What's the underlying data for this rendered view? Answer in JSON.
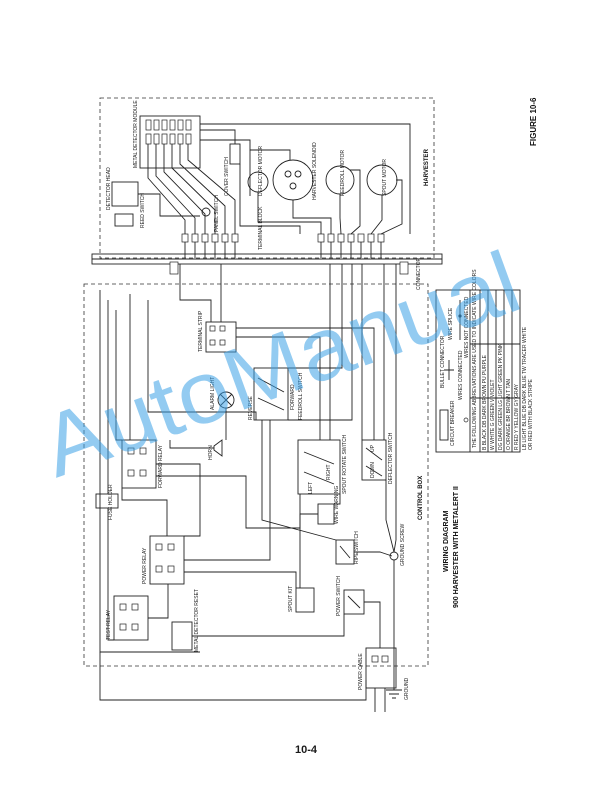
{
  "figure_label": "FIGURE 10-6",
  "diagram": {
    "title_line1": "WIRING DIAGRAM",
    "title_line2": "900 HARVESTER WITH METALERT II"
  },
  "sections": {
    "harvester": "HARVESTER",
    "control_box": "CONTROL BOX"
  },
  "components": {
    "forward_relay": "FORWARD RELAY",
    "power_relay": "POWER RELAY",
    "test_relay": "TEST RELAY",
    "metal_detector_reset": "METAL DETECTOR RESET",
    "fuse_holder": "FUSE HOLDER",
    "reverse": "REVERSE",
    "forward": "FORWARD",
    "feedroll_switch": "FEEDROLL SWITCH",
    "spout_rotate_switch": "SPOUT ROTATE SWITCH",
    "left": "LEFT",
    "right": "RIGHT",
    "up": "UP",
    "down": "DOWN",
    "deflector_switch": "DEFLECTOR SWITCH",
    "ripe_switch": "RIPE SWITCH",
    "wire_warning": "WIRE WARNING",
    "power_switch": "POWER SWITCH",
    "spout_kit": "SPOUT KIT",
    "alarm_light": "ALARM LIGHT",
    "horn": "HORN",
    "terminal_strip": "TERMINAL STRIP",
    "ground_screw": "GROUND SCREW",
    "ground": "GROUND",
    "power_cable": "POWER CABLE",
    "detector_head": "DETECTOR HEAD",
    "reed_switch": "REED SWITCH",
    "panel_switch": "PANEL SWITCH",
    "metal_detector_module": "METAL DETECTOR MODULE",
    "cover_switch": "COVER SWITCH",
    "harvester_solenoid": "HARVESTER SOLENOID",
    "feedroll_motor": "FEEDROLL MOTOR",
    "spout_motor": "SPOUT MOTOR",
    "deflector_motor": "DEFLECTOR MOTOR",
    "terminal_block": "TERMINAL BLOCK",
    "connector": "CONNECTOR"
  },
  "legend": {
    "title": "COLOR CODE",
    "symbols": [
      "CIRCUIT BREAKER",
      "BULLET CONNECTOR",
      "WIRE SPLICE",
      "WIRES CONNECTED",
      "WIRES NOT CONNECTED"
    ],
    "note": "THE FOLLOWING ABBREVIATIONS ARE USED TO INDICATE WIRE COLORS",
    "colors": [
      [
        "B",
        "BLACK",
        "DB",
        "DARK BROWN",
        "PU",
        "PURPLE"
      ],
      [
        "W",
        "WHITE",
        "G",
        "GREEN",
        "V",
        "VIOLET"
      ],
      [
        "DG",
        "DARK GREEN",
        "LG",
        "LIGHT GREEN",
        "PK",
        "PINK"
      ],
      [
        "O",
        "ORANGE",
        "BR",
        "BROWN",
        "T",
        "TAN"
      ],
      [
        "R",
        "RED",
        "Y",
        "YELLOW",
        "GY",
        "GRAY"
      ],
      [
        "LB",
        "LIGHT BLUE",
        "DB",
        "DARK BLUE",
        "TW",
        "TRACER WHITE"
      ]
    ],
    "footnote": "OR RED WITH BLACK STRIPE"
  },
  "watermark": "AutoManual",
  "page_number": "10-4"
}
